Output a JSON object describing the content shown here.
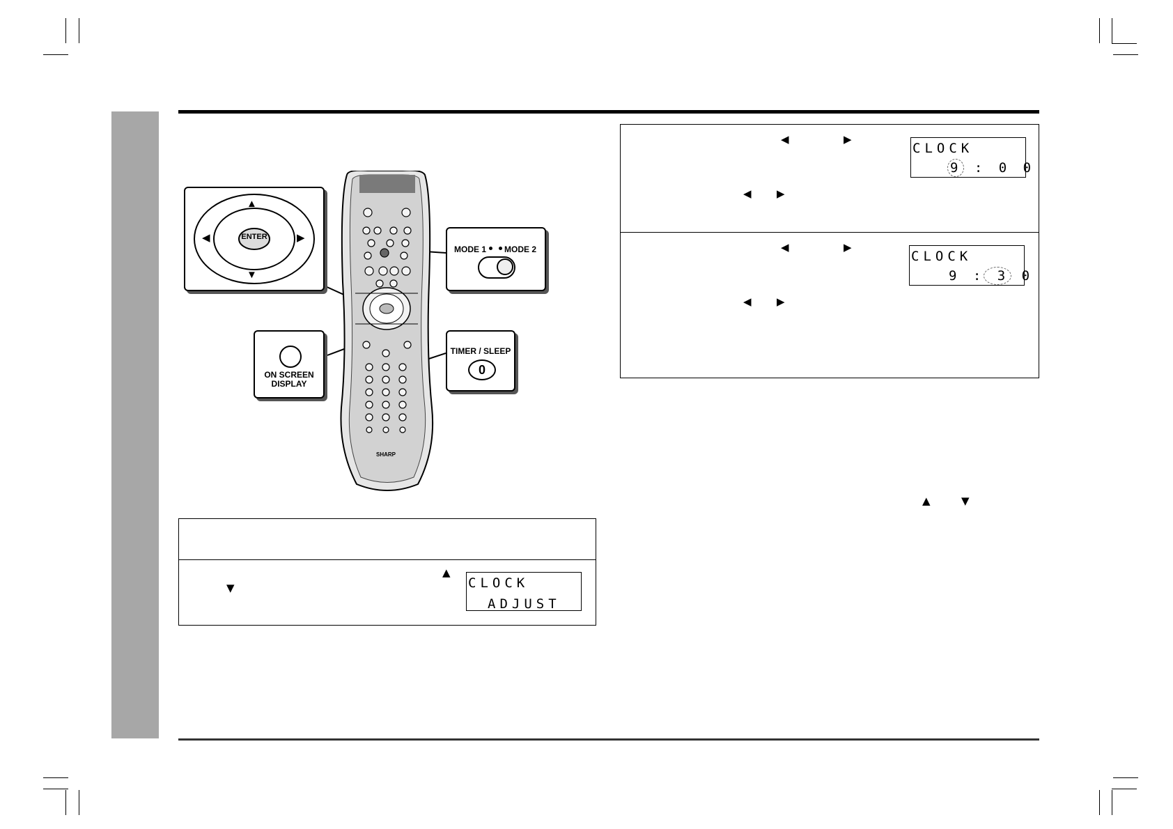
{
  "remote": {
    "enter_label": "ENTER",
    "mode1_label": "MODE 1",
    "mode2_label": "MODE 2",
    "osd_label_line1": "ON SCREEN",
    "osd_label_line2": "DISPLAY",
    "timer_label": "TIMER / SLEEP",
    "timer_key": "0",
    "brand": "SHARP"
  },
  "step_box_1": {
    "up_arrow": "▲",
    "down_arrow": "▼",
    "display": {
      "line1": "CLOCK",
      "line2": "ADJUST"
    }
  },
  "hour_box": {
    "left_arrow_a": "◀",
    "right_arrow_a": "▶",
    "left_arrow_b": "◀",
    "right_arrow_b": "▶",
    "display": {
      "line1": "CLOCK",
      "line2": "9 : 0 0"
    }
  },
  "minute_box": {
    "left_arrow_a": "◀",
    "right_arrow_a": "▶",
    "left_arrow_b": "◀",
    "right_arrow_b": "▶",
    "display": {
      "line1": "CLOCK",
      "line2": "9 : 3 0"
    }
  },
  "note": {
    "up_arrow": "▲",
    "down_arrow": "▼"
  }
}
